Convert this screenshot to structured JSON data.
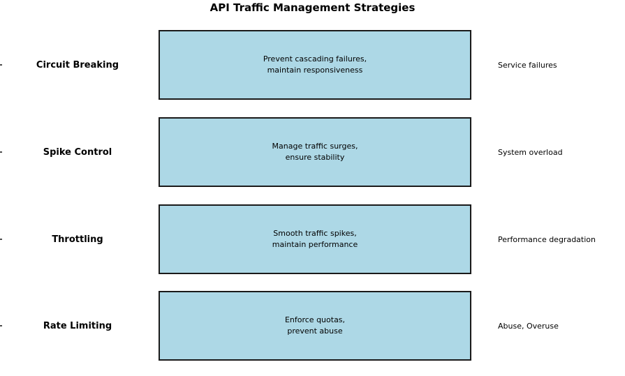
{
  "title": "API Traffic Management Strategies",
  "colors": {
    "box_fill": "#ADD8E6",
    "box_border": "#1A1A1A",
    "tick": "#4D4D4D",
    "text": "#000000",
    "background": "#FFFFFF"
  },
  "rows": [
    {
      "strategy": "Circuit Breaking",
      "purpose": "Prevent cascading failures,\nmaintain responsiveness",
      "problem": "Service failures"
    },
    {
      "strategy": "Spike Control",
      "purpose": "Manage traffic surges,\nensure stability",
      "problem": "System overload"
    },
    {
      "strategy": "Throttling",
      "purpose": "Smooth traffic spikes,\nmaintain performance",
      "problem": "Performance degradation"
    },
    {
      "strategy": "Rate Limiting",
      "purpose": "Enforce quotas,\nprevent abuse",
      "problem": "Abuse, Overuse"
    }
  ]
}
